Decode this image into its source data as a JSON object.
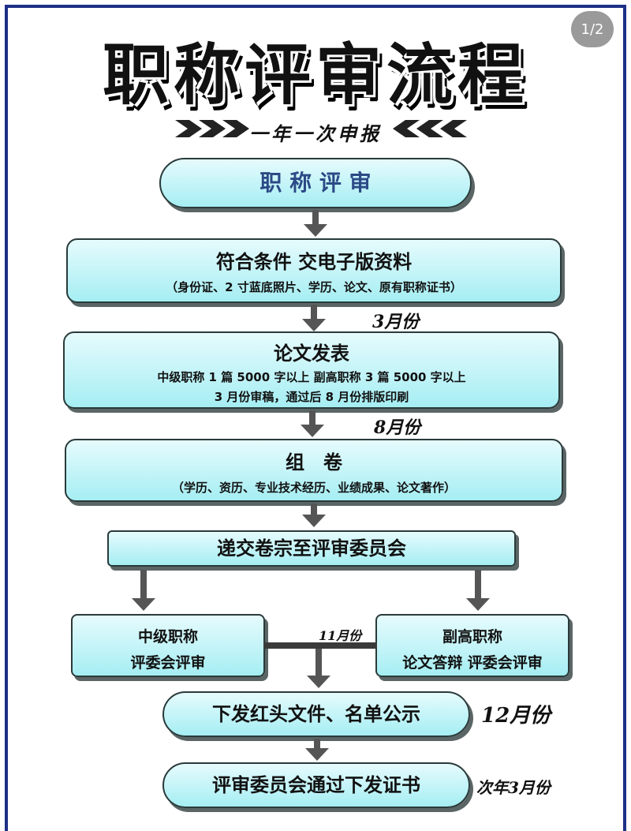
{
  "page_counter": "1/2",
  "title": "职称评审流程",
  "subtitle": "一年一次申报",
  "steps": {
    "s1": {
      "title": "职 称 评 审"
    },
    "s2": {
      "title": "符合条件 交电子版资料",
      "detail": "（身份证、2 寸蓝底照片、学历、论文、原有职称证书）"
    },
    "s3": {
      "title": "论文发表",
      "line1": "中级职称 1 篇 5000 字以上  副高职称 3 篇 5000 字以上",
      "line2": "3 月份审稿，通过后 8 月份排版印刷"
    },
    "s4": {
      "title": "组　卷",
      "detail": "（学历、资历、专业技术经历、业绩成果、论文著作）"
    },
    "s5": {
      "title": "递交卷宗至评审委员会"
    },
    "s6a": {
      "line1": "中级职称",
      "line2": "评委会评审"
    },
    "s6b": {
      "line1": "副高职称",
      "line2": "论文答辩  评委会评审"
    },
    "s7": {
      "title": "下发红头文件、名单公示"
    },
    "s8": {
      "title": "评审委员会通过下发证书"
    }
  },
  "month_notes": {
    "march": "3月份",
    "august": "8月份",
    "november": "11月份",
    "december": "12月份",
    "next_march": "次年3月份"
  },
  "colors": {
    "border": "#1d2f86",
    "box_fill": "#a5eef3",
    "arrow": "#555555"
  }
}
